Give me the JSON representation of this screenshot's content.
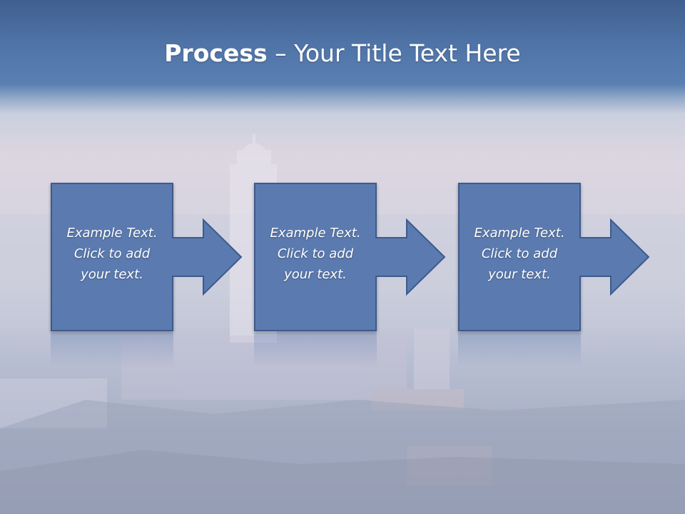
{
  "title": {
    "bold": "Process",
    "rest": " – Your Title Text Here"
  },
  "steps": [
    {
      "text": "Example Text.\nClick  to add\nyour text."
    },
    {
      "text": "Example Text.\nClick  to add\nyour text."
    },
    {
      "text": "Example Text.\nClick  to add\nyour text."
    }
  ],
  "colors": {
    "box_fill": "#5b7bb0",
    "box_border": "#3d5a8c",
    "title_bar": "#4f73a6",
    "text": "#ffffff"
  }
}
